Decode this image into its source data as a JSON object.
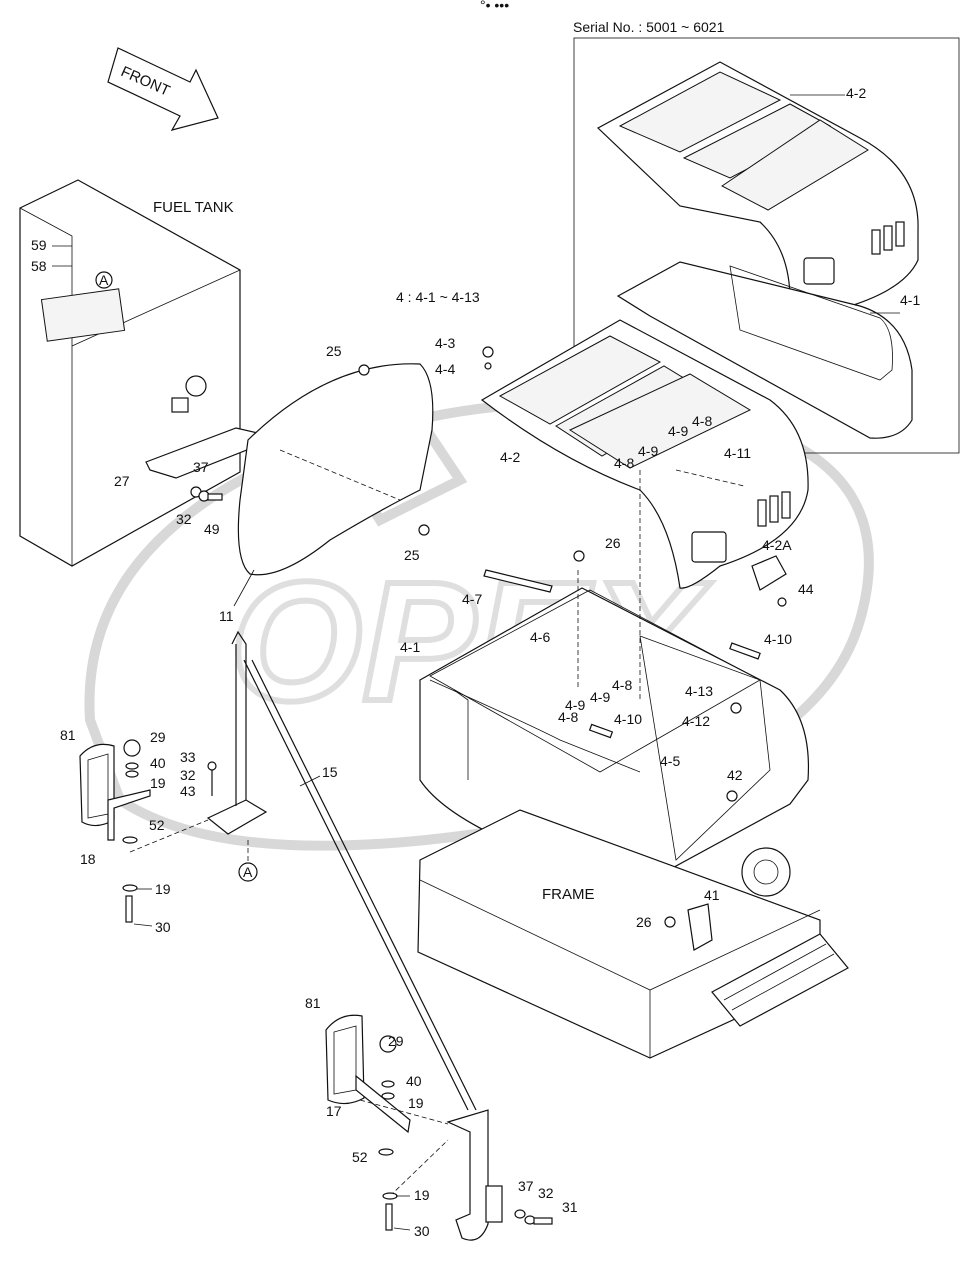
{
  "header": {
    "serial": "Serial No. : 5001 ~ 6021",
    "group_note": "4 : 4-1 ~ 4-13",
    "front_label": "FRONT",
    "fuel_tank": "FUEL TANK",
    "frame": "FRAME",
    "top_mark": "°• •••"
  },
  "watermark": {
    "text": "OPEX"
  },
  "callouts": {
    "c4_2_inset": "4-2",
    "c4_1_inset": "4-1",
    "c59": "59",
    "c58": "58",
    "cA_top": "A",
    "cA_bottom": "A",
    "c25a": "25",
    "c25b": "25",
    "c27": "27",
    "c37a": "37",
    "c32a": "32",
    "c49": "49",
    "c11": "11",
    "c4_3": "4-3",
    "c4_4": "4-4",
    "c4_2": "4-2",
    "c4_8a": "4-8",
    "c4_9a": "4-9",
    "c4_9b": "4-9",
    "c4_8b": "4-8",
    "c4_11": "4-11",
    "c4_2A": "4-2A",
    "c44": "44",
    "c26a": "26",
    "c4_7": "4-7",
    "c4_6": "4-6",
    "c4_1": "4-1",
    "c4_8c": "4-8",
    "c4_9c": "4-9",
    "c4_9d": "4-9",
    "c4_8d": "4-8",
    "c4_13": "4-13",
    "c4_10a": "4-10",
    "c4_12": "4-12",
    "c4_10b": "4-10",
    "c4_5": "4-5",
    "c42": "42",
    "c41": "41",
    "c26b": "26",
    "c81a": "81",
    "c29a": "29",
    "c40a": "40",
    "c19a": "19",
    "c33": "33",
    "c32b": "32",
    "c43": "43",
    "c52a": "52",
    "c18": "18",
    "c15": "15",
    "c19b": "19",
    "c30a": "30",
    "c81b": "81",
    "c29b": "29",
    "c40b": "40",
    "c19c": "19",
    "c17": "17",
    "c52b": "52",
    "c19d": "19",
    "c30b": "30",
    "c37b": "37",
    "c32c": "32",
    "c31": "31"
  }
}
